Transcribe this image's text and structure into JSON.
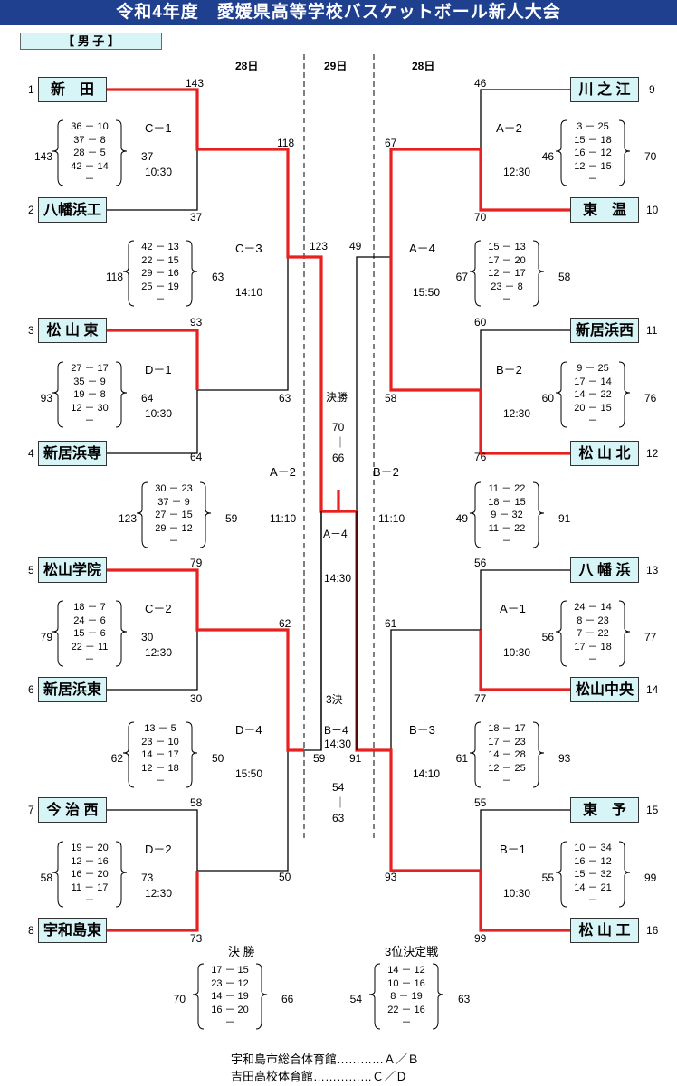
{
  "title": "令和4年度　愛媛県高等学校バスケットボール新人大会",
  "category": "【 男 子 】",
  "days": {
    "left": "28日",
    "center": "29日",
    "right": "28日"
  },
  "teams": {
    "t1": {
      "seed": "1",
      "name": "新　田"
    },
    "t2": {
      "seed": "2",
      "name": "八幡浜工"
    },
    "t3": {
      "seed": "3",
      "name": "松 山 東"
    },
    "t4": {
      "seed": "4",
      "name": "新居浜専"
    },
    "t5": {
      "seed": "5",
      "name": "松山学院"
    },
    "t6": {
      "seed": "6",
      "name": "新居浜東"
    },
    "t7": {
      "seed": "7",
      "name": "今 治 西"
    },
    "t8": {
      "seed": "8",
      "name": "宇和島東"
    },
    "t9": {
      "seed": "9",
      "name": "川 之 江"
    },
    "t10": {
      "seed": "10",
      "name": "東　温"
    },
    "t11": {
      "seed": "11",
      "name": "新居浜西"
    },
    "t12": {
      "seed": "12",
      "name": "松 山 北"
    },
    "t13": {
      "seed": "13",
      "name": "八 幡 浜"
    },
    "t14": {
      "seed": "14",
      "name": "松山中央"
    },
    "t15": {
      "seed": "15",
      "name": "東　予"
    },
    "t16": {
      "seed": "16",
      "name": "松 山 工"
    }
  },
  "games": {
    "c1": {
      "court": "C－1",
      "time": "10:30",
      "a": "143",
      "b": "37",
      "periods": [
        "36 － 10",
        "37 － 8",
        "28 － 5",
        "42 － 14",
        "－"
      ]
    },
    "c3": {
      "court": "C－3",
      "time": "14:10",
      "a": "118",
      "b": "63",
      "periods": [
        "42 － 13",
        "22 － 15",
        "29 － 16",
        "25 － 19",
        "－"
      ]
    },
    "d1": {
      "court": "D－1",
      "time": "10:30",
      "a": "93",
      "b": "64",
      "periods": [
        "27 － 17",
        "35 － 9",
        "19 － 8",
        "12 － 30",
        "－"
      ]
    },
    "a2": {
      "court": "A－2",
      "time": "11:10",
      "a": "123",
      "b": "59",
      "periods": [
        "30 － 23",
        "37 － 9",
        "27 － 15",
        "29 － 12",
        "－"
      ]
    },
    "c2": {
      "court": "C－2",
      "time": "12:30",
      "a": "79",
      "b": "30",
      "periods": [
        "18 － 7",
        "24 － 6",
        "15 － 6",
        "22 － 11",
        "－"
      ]
    },
    "d4": {
      "court": "D－4",
      "time": "15:50",
      "a": "62",
      "b": "50",
      "periods": [
        "13 － 5",
        "23 － 10",
        "14 － 17",
        "12 － 18",
        "－"
      ]
    },
    "d2": {
      "court": "D－2",
      "time": "12:30",
      "a": "58",
      "b": "73",
      "periods": [
        "19 － 20",
        "12 － 16",
        "16 － 20",
        "11 － 17",
        "－"
      ]
    },
    "ra2": {
      "court": "A－2",
      "time": "12:30",
      "a": "46",
      "b": "70",
      "periods": [
        "3 － 25",
        "15 － 18",
        "16 － 12",
        "12 － 15",
        "－"
      ]
    },
    "ra4": {
      "court": "A－4",
      "time": "15:50",
      "a": "67",
      "b": "58",
      "periods": [
        "15 － 13",
        "17 － 20",
        "12 － 17",
        "23 － 8",
        "－"
      ]
    },
    "rb2": {
      "court": "B－2",
      "time": "12:30",
      "a": "60",
      "b": "76",
      "periods": [
        "9 － 25",
        "17 － 14",
        "14 － 22",
        "20 － 15",
        "－"
      ]
    },
    "rb2s": {
      "court": "B－2",
      "time": "11:10",
      "a": "49",
      "b": "91",
      "periods": [
        "11 － 22",
        "18 － 15",
        "9 － 32",
        "11 － 22",
        "－"
      ]
    },
    "ra1": {
      "court": "A－1",
      "time": "10:30",
      "a": "56",
      "b": "77",
      "periods": [
        "24 － 14",
        "8 － 23",
        "7 － 22",
        "17 － 18",
        "－"
      ]
    },
    "rb3": {
      "court": "B－3",
      "time": "14:10",
      "a": "61",
      "b": "93",
      "periods": [
        "18 － 17",
        "17 － 23",
        "14 － 28",
        "12 － 25",
        "－"
      ]
    },
    "rb1": {
      "court": "B－1",
      "time": "10:30",
      "a": "55",
      "b": "99",
      "periods": [
        "10 － 34",
        "16 － 12",
        "15 － 32",
        "14 － 21",
        "－"
      ]
    },
    "final": {
      "label": "決 勝",
      "a": "70",
      "b": "66",
      "periods": [
        "17 － 15",
        "23 － 12",
        "14 － 19",
        "16 － 20",
        "－"
      ]
    },
    "third": {
      "label": "3位決定戦",
      "a": "54",
      "b": "63",
      "periods": [
        "14 － 12",
        "10 － 16",
        "8 － 19",
        "22 － 16",
        "－"
      ]
    }
  },
  "bracket_scores": {
    "s143": "143",
    "s37": "37",
    "s118": "118",
    "s93": "93",
    "s64": "64",
    "s63": "63",
    "s123": "123",
    "s79": "79",
    "s30": "30",
    "s62": "62",
    "s58": "58",
    "s73": "73",
    "s50": "50",
    "s59": "59",
    "s46": "46",
    "s70": "70",
    "s67": "67",
    "s49": "49",
    "s60": "60",
    "s76": "76",
    "s58r": "58",
    "s56": "56",
    "s77": "77",
    "s61": "61",
    "s91": "91",
    "s55": "55",
    "s99": "99",
    "s93r": "93"
  },
  "center": {
    "final_label": "決勝",
    "final_a": "70",
    "final_b": "66",
    "final_court": "A－4",
    "final_time": "14:30",
    "third_label": "3決",
    "third_court": "B－4",
    "third_time": "14:30",
    "third_a": "54",
    "third_b": "63",
    "dash": "｜"
  },
  "venues": [
    "宇和島市総合体育館…………Ａ／Ｂ",
    "吉田高校体育館……………Ｃ／Ｄ"
  ],
  "colors": {
    "winner": "#e8201f",
    "line": "#000000",
    "team_bg": "#d7f4f7",
    "title_bg": "#1f3f8f"
  }
}
